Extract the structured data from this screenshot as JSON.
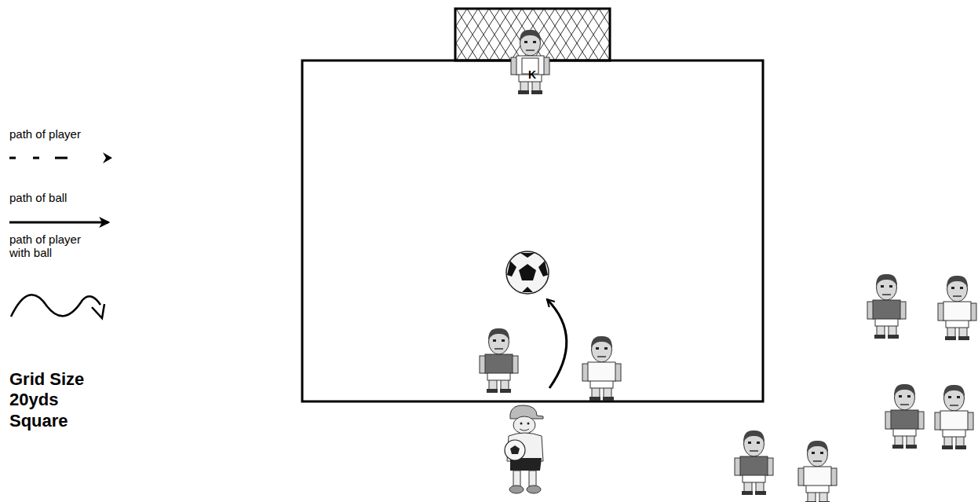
{
  "diagram": {
    "labels": [
      "K",
      "Grid Size 20yds Square"
    ],
    "legend": [
      {
        "text": "path of player"
      },
      {
        "text": "path of ball"
      },
      {
        "text": "path of player with ball"
      }
    ]
  }
}
